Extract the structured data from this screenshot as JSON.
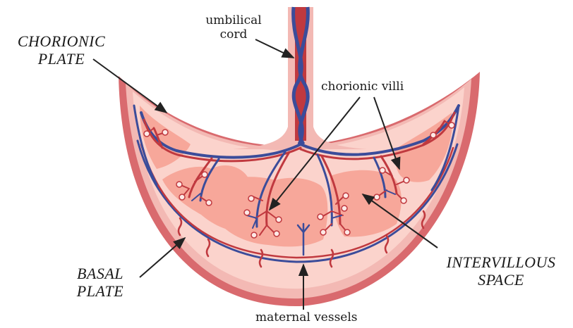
{
  "labels": {
    "umbilical_cord": {
      "line1": "umbilical",
      "line2": "cord"
    },
    "chorionic_plate": {
      "line1": "CHORIONIC",
      "line2": "PLATE"
    },
    "chorionic_villi": "chorionic villi",
    "basal_plate": {
      "line1": "BASAL",
      "line2": "PLATE"
    },
    "intervillous_space": {
      "line1": "INTERVILLOUS",
      "line2": "SPACE"
    },
    "maternal_vessels": "maternal vessels"
  },
  "colors": {
    "basal_outer": "#d96a6e",
    "basal_rim": "#f3b9b4",
    "chorionic_tissue": "#fbd3cc",
    "intervillous": "#f7a79a",
    "artery": "#c0393f",
    "vein": "#3b4c9a",
    "arrow": "#222222"
  }
}
